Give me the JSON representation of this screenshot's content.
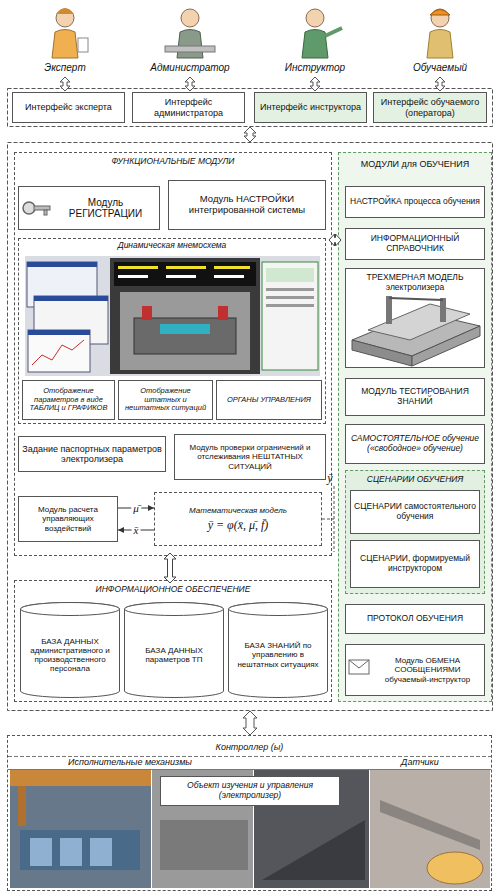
{
  "diagram": {
    "nodes": [
      {
        "text": [
          "Интерфейс эксперта"
        ]
      },
      {
        "text": [
          "Интерфейс администратора"
        ]
      },
      {
        "text": [
          "Интерфейс инструктора"
        ]
      },
      {
        "text": [
          "Интерфейс обучаемого (оператора)"
        ]
      },
      {
        "text": [
          "ФУНКЦИОНАЛЬНЫЕ МОДУЛИ"
        ]
      },
      {
        "text": [
          "Модуль РЕГИСТРАЦИИ"
        ],
        "in": 4
      },
      {
        "text": [
          "Модуль НАСТРОЙКИ интегрированной системы"
        ],
        "in": 4
      },
      {
        "text": [
          "Динамическая мнемосхема"
        ],
        "in": 4
      },
      {
        "text": [
          "Отображение параметров в виде ТАБЛИЦ и ГРАФИКОВ"
        ],
        "in": 7
      },
      {
        "text": [
          "Отображение штатных и нештатных ситуаций"
        ],
        "in": 7
      },
      {
        "text": [
          "ОРГАНЫ УПРАВЛЕНИЯ"
        ],
        "in": 7
      },
      {
        "text": [
          "Задание паспортных параметров электролизера"
        ],
        "in": 4
      },
      {
        "text": [
          "Модуль проверки ограничений и отслеживания НЕШТАТНЫХ СИТУАЦИЙ"
        ],
        "in": 4
      },
      {
        "text": [
          "Модуль расчета управляющих воздействий"
        ],
        "in": 4
      },
      {
        "text": [
          "Математическая модель",
          "ȳ = φ(x̄, μ̄, f̄)"
        ],
        "in": 4
      },
      {
        "text": [
          "МОДУЛИ для ОБУЧЕНИЯ"
        ]
      },
      {
        "text": [
          "НАСТРОЙКА процесса обучения"
        ],
        "in": 15
      },
      {
        "text": [
          "ИНФОРМАЦИОННЫЙ СПРАВОЧНИК"
        ],
        "in": 15
      },
      {
        "text": [
          "ТРЕХМЕРНАЯ МОДЕЛЬ электролизера"
        ],
        "in": 15
      },
      {
        "text": [
          "МОДУЛЬ ТЕСТИРОВАНИЯ ЗНАНИЙ"
        ],
        "in": 15
      },
      {
        "text": [
          "САМОСТОЯТЕЛЬНОЕ обучение («свободное» обучение)"
        ],
        "in": 15
      },
      {
        "text": [
          "СЦЕНАРИИ ОБУЧЕНИЯ"
        ],
        "in": 15
      },
      {
        "text": [
          "СЦЕНАРИИ самостоятельного обучения"
        ],
        "in": 21
      },
      {
        "text": [
          "СЦЕНАРИИ, формируемый инструктором"
        ],
        "in": 21
      },
      {
        "text": [
          "ПРОТОКОЛ ОБУЧЕНИЯ"
        ],
        "in": 15
      },
      {
        "text": [
          "Модуль ОБМЕНА СООБЩЕНИЯМИ обучаемый-инструктор"
        ],
        "in": 15
      },
      {
        "text": [
          "ИНФОРМАЦИОННОЕ ОБЕСПЕЧЕНИЕ"
        ]
      },
      {
        "text": [
          "БАЗА ДАННЫХ административного и производственного персонала"
        ],
        "in": 26
      },
      {
        "text": [
          "БАЗА ДАННЫХ параметров ТП"
        ],
        "in": 26
      },
      {
        "text": [
          "БАЗА ЗНАНИЙ по управлению в нештатных ситуациях"
        ],
        "in": 26
      },
      {
        "text": [
          "Контроллер (ы)"
        ]
      },
      {
        "text": [
          "Объект изучения и управления (электролизер)"
        ],
        "in": 30
      }
    ],
    "edges": [
      {
        "from": 4,
        "to": 15,
        "arrow": "both"
      },
      {
        "from": 26,
        "to": 4,
        "arrow": "both"
      },
      {
        "from": 13,
        "to": 14,
        "label": "μ̄",
        "arrow": "to"
      },
      {
        "from": 14,
        "to": 13,
        "label": "x̄",
        "arrow": "to"
      }
    ],
    "labels": [
      "Эксперт",
      "Администратор",
      "Инструктор",
      "Обучаемый",
      "ȳ",
      "Исполнительные механизмы",
      "Датчики"
    ]
  }
}
